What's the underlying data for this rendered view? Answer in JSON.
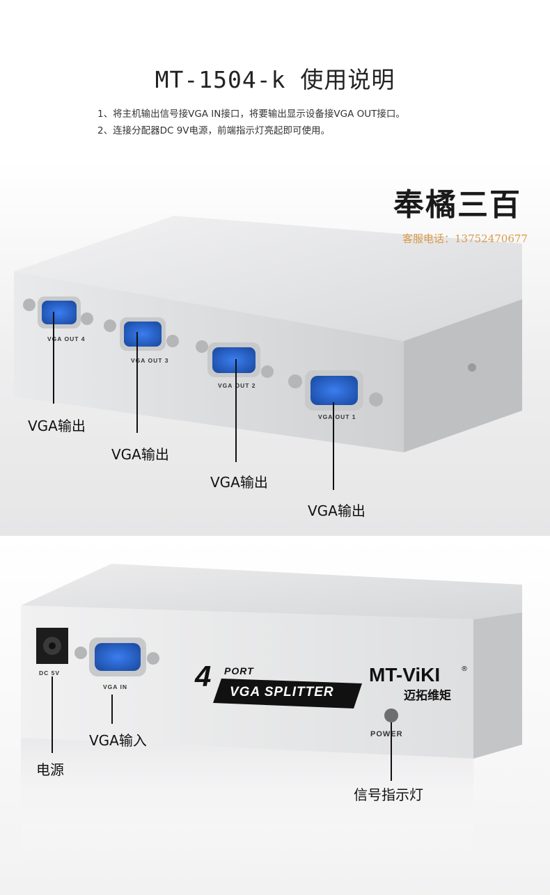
{
  "title": "MT-1504-k 使用说明",
  "instructions": [
    "1、将主机输出信号接VGA IN接口，将要输出显示设备接VGA OUT接口。",
    "2、连接分配器DC 9V电源，前端指示灯亮起即可使用。"
  ],
  "shop": {
    "name": "奉橘三百",
    "phone": "客服电话：13752470677"
  },
  "front": {
    "port_labels": [
      "VGA OUT 4",
      "VGA OUT 3",
      "VGA OUT 2",
      "VGA OUT 1"
    ],
    "callouts": [
      "VGA输出",
      "VGA输出",
      "VGA输出",
      "VGA输出"
    ]
  },
  "back": {
    "dc_label": "DC 5V",
    "vga_in_label": "VGA IN",
    "logo_num": "4",
    "logo_port": "PORT",
    "logo_splitter": "VGA SPLITTER",
    "brand_en": "MT-ViKI",
    "brand_reg": "®",
    "brand_cn": "迈拓维矩",
    "power_label": "POWER",
    "callouts": {
      "vga_in": "VGA输入",
      "power": "电源",
      "led": "信号指示灯"
    }
  },
  "colors": {
    "port_blue": "#2f6fd6",
    "housing": "#e4e5e7",
    "phone": "#d79a4a"
  }
}
